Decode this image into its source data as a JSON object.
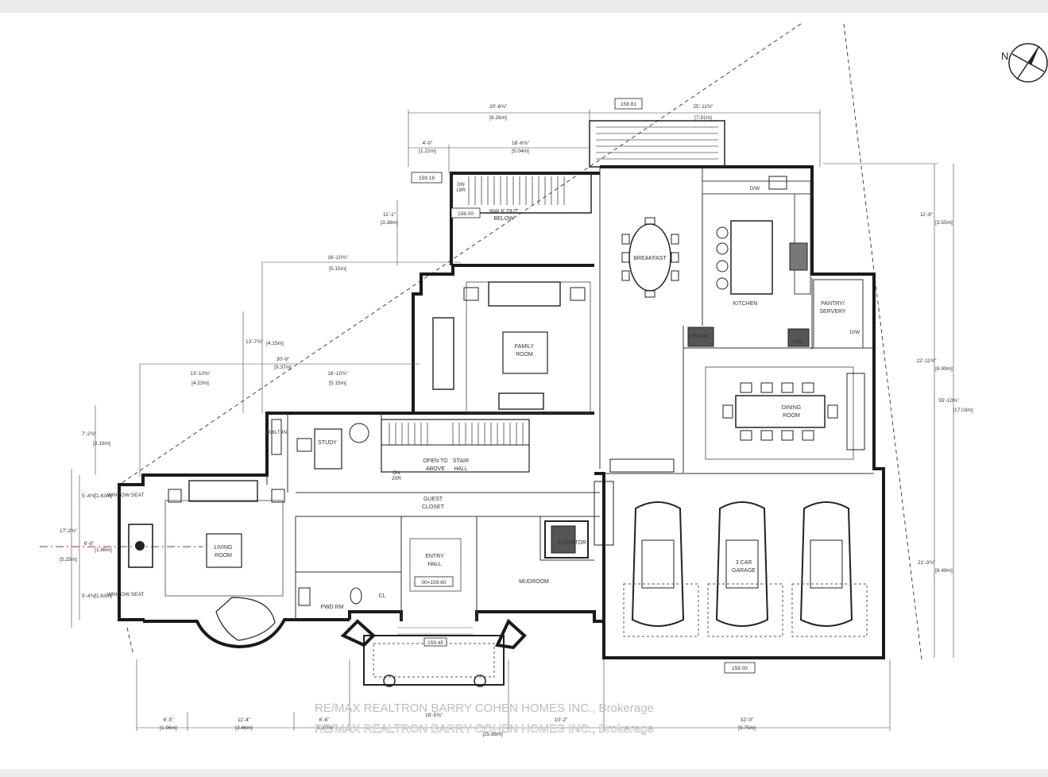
{
  "north_label": "N",
  "rooms": {
    "breakfast": "BREAKFAST",
    "kitchen": "KITCHEN",
    "pantry_1": "PANTRY/",
    "pantry_2": "SERVERY",
    "family_1": "FAMILY",
    "family_2": "ROOM",
    "dining_1": "DINING",
    "dining_2": "ROOM",
    "study": "STUDY",
    "open_1": "OPEN TO",
    "open_2": "ABOVE",
    "stair_1": "STAIR",
    "stair_2": "HALL",
    "guest_1": "GUEST",
    "guest_2": "CLOSET",
    "living_1": "LIVING",
    "living_2": "ROOM",
    "entry_1": "ENTRY",
    "entry_2": "HALL",
    "mudroom": "MUDROOM",
    "elevator": "ELEVATOR",
    "pwd": "PWD RM",
    "garage_1": "3 CAR",
    "garage_2": "GARAGE",
    "walkout_1": "WALK OUT",
    "walkout_2": "BELOW",
    "fridge": "FRIDGE",
    "wo": "W/O",
    "cl": "CL",
    "dw_1": "D/W",
    "dw_2": "D/W",
    "window_seat": "WINDOW SEAT",
    "built_in": "BUILT-IN",
    "dn": "DN",
    "dn_count": "18R",
    "dn2": "DN",
    "dn2_count": "20R"
  },
  "elevations": {
    "top": "158.81",
    "stair_top": "159.16",
    "walkout": "156.00",
    "entry": "00=159.60",
    "porch": "159.45",
    "garage": "159.00"
  },
  "dimensions": {
    "d_20_6": "20'-6⅜\"",
    "d_20_6m": "[6.26m]",
    "d_25_11": "25'-11⅜\"",
    "d_25_11m": "[7.91m]",
    "d_4_0": "4'-0\"",
    "d_4_0m": "[1.22m]",
    "d_16_6": "16'-6⅜\"",
    "d_16_6m": "[5.04m]",
    "d_11_1": "11'-1\"",
    "d_11_1m": "[3.38m]",
    "d_16_10a": "16'-10⅜\"",
    "d_16_10am": "[5.15m]",
    "d_13_7": "13'-7⅜\"",
    "d_13_7m": "[4.15m]",
    "d_30_9": "30'-9\"",
    "d_30_9m": "[9.37m]",
    "d_13_10": "13'-10⅜\"",
    "d_13_10m": "[4.23m]",
    "d_16_10b": "16'-10⅜\"",
    "d_16_10bm": "[5.15m]",
    "d_7_2": "7'-2⅜\"",
    "d_7_2m": "[2.19m]",
    "d_5_4a": "5'-4⅜\"",
    "d_5_4am": "[1.63m]",
    "d_6_6a": "6'-6\"",
    "d_6_6am": "[1.98m]",
    "d_17_2": "17'-2⅜\"",
    "d_17_2m": "[5.25m]",
    "d_5_4b": "5'-4⅜\"",
    "d_5_4bm": "[1.63m]",
    "d_11_8": "11'-8\"",
    "d_11_8m": "[3.55m]",
    "d_22_11": "22'-11⅜\"",
    "d_22_11m": "[6.99m]",
    "d_55_10": "55'-10⅜\"",
    "d_55_10m": "[17.03m]",
    "d_21_3": "21'-3⅜\"",
    "d_21_3m": "[6.49m]",
    "d_6_5": "6'-5\"",
    "d_6_5m": "[1.96m]",
    "d_11_4": "11'-4\"",
    "d_11_4m": "[3.46m]",
    "d_6_6b": "6'-6\"",
    "d_6_6bm": "[1.98m]",
    "d_18_5": "18'-5⅜\"",
    "d_10_2": "10'-2\"",
    "d_25_88": "[25.88m]",
    "d_32_0": "32'-0\"",
    "d_32_0m": "[9.75m]"
  },
  "watermark": "RE/MAX REALTRON BARRY COHEN HOMES INC., Brokerage"
}
